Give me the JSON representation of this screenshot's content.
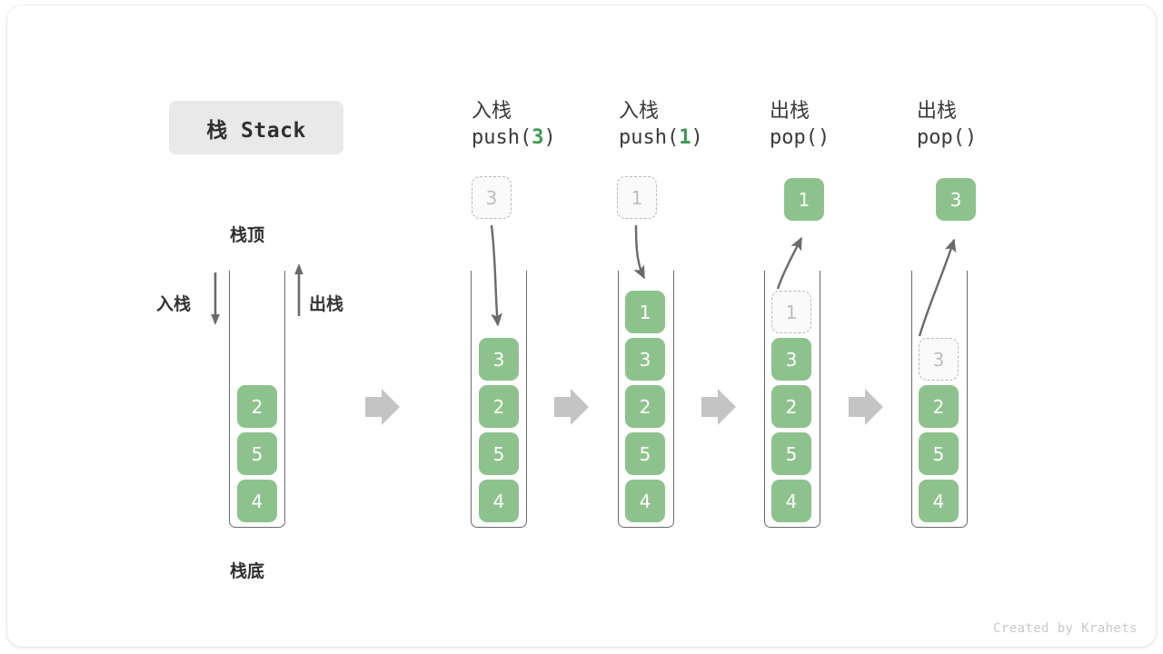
{
  "title_chip": {
    "label": "栈 Stack"
  },
  "legend": {
    "top_label": "栈顶",
    "bottom_label": "栈底",
    "push_label": "入栈",
    "pop_label": "出栈"
  },
  "footer": {
    "credit": "Created by Krahets"
  },
  "colors": {
    "cell_green": "#8dc28d",
    "accent_green": "#3c9a4e",
    "chip_bg": "#e9e9e9",
    "ghost_border": "#b9b9b9",
    "ghost_text": "#bdbdbd",
    "container_stroke": "#6a6a6a",
    "arrow_gray": "#bfbfbf",
    "curve_gray": "#6a6a6a",
    "text_dark": "#3a3a3a",
    "footer_text": "#c9c9c9"
  },
  "columns": [
    {
      "id": "initial",
      "head_cn": "",
      "head_code": "",
      "floating": null,
      "cells": [
        "2",
        "5",
        "4"
      ],
      "ghost_index": -1
    },
    {
      "id": "push-3",
      "head_cn": "入栈",
      "head_code_prefix": "push(",
      "head_code_num": "3",
      "head_code_suffix": ")",
      "floating": {
        "value": "3",
        "style": "ghost"
      },
      "cells": [
        "3",
        "2",
        "5",
        "4"
      ],
      "ghost_index": -1
    },
    {
      "id": "push-1",
      "head_cn": "入栈",
      "head_code_prefix": "push(",
      "head_code_num": "1",
      "head_code_suffix": ")",
      "floating": {
        "value": "1",
        "style": "ghost"
      },
      "cells": [
        "1",
        "3",
        "2",
        "5",
        "4"
      ],
      "ghost_index": -1
    },
    {
      "id": "pop-1",
      "head_cn": "出栈",
      "head_code_prefix": "pop(",
      "head_code_num": "",
      "head_code_suffix": ")",
      "floating": {
        "value": "1",
        "style": "solid"
      },
      "cells": [
        "1",
        "3",
        "2",
        "5",
        "4"
      ],
      "ghost_index": 0
    },
    {
      "id": "pop-2",
      "head_cn": "出栈",
      "head_code_prefix": "pop(",
      "head_code_num": "",
      "head_code_suffix": ")",
      "floating": {
        "value": "3",
        "style": "solid"
      },
      "cells": [
        "3",
        "2",
        "5",
        "4"
      ],
      "ghost_index": 0
    }
  ],
  "separator_arrows": 4
}
